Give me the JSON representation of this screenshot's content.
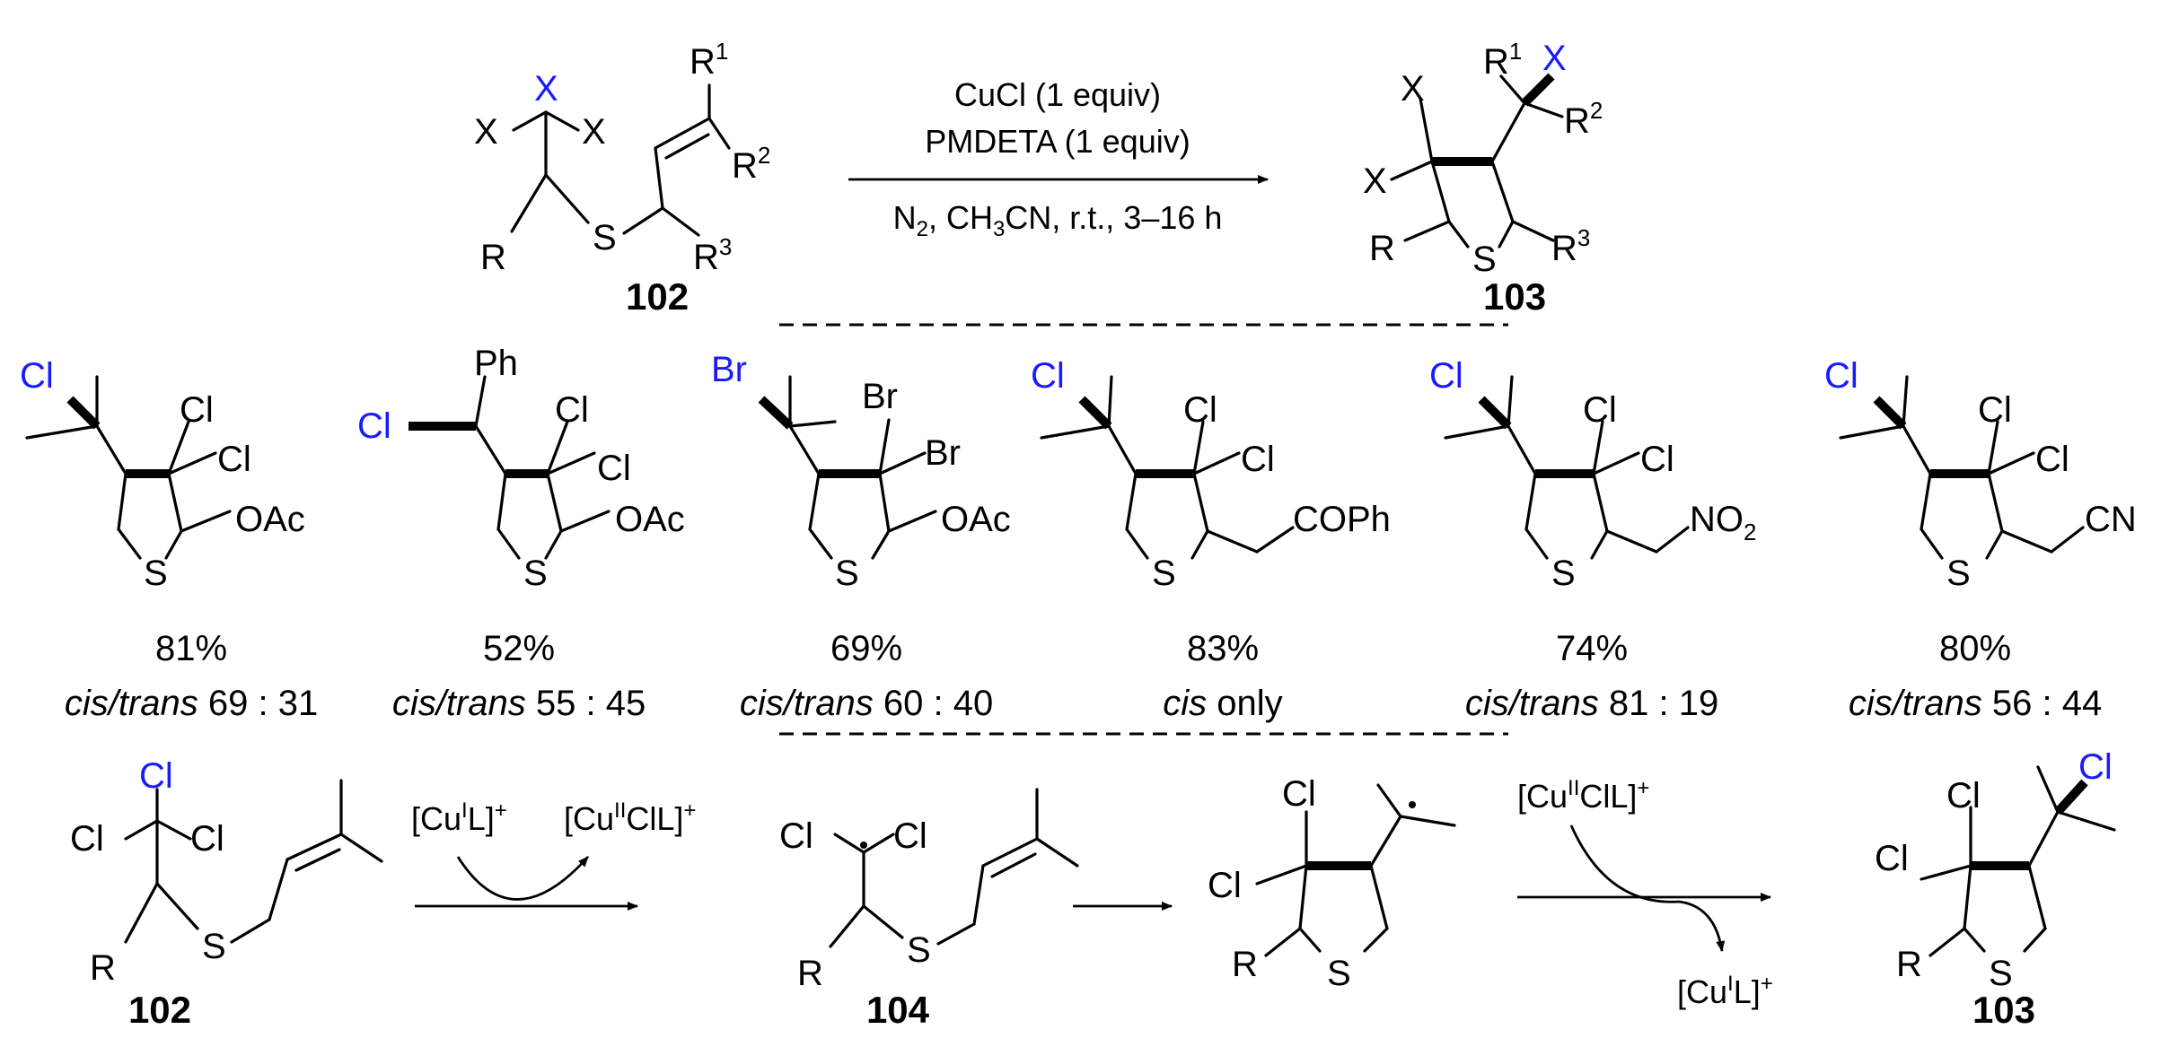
{
  "colors": {
    "highlight": "#1a1aff",
    "ink": "#000000"
  },
  "compounds": {
    "start": "102",
    "product": "103",
    "intermediate": "104"
  },
  "atoms": {
    "X": "X",
    "R": "R",
    "S": "S",
    "R1": "R",
    "R2": "R",
    "R3": "R",
    "sup1": "1",
    "sup2": "2",
    "sup3": "3",
    "Cl": "Cl",
    "Br": "Br",
    "Ph": "Ph",
    "OAc": "OAc",
    "COPh": "COPh",
    "NO": "NO",
    "sub2": "2",
    "CN": "CN"
  },
  "conditions": {
    "line1": "CuCl (1 equiv)",
    "line2": "PMDETA (1 equiv)",
    "line3_n": "N",
    "line3_n_sub": "2",
    "line3_ch": ", CH",
    "line3_ch_sub": "3",
    "line3_rest": "CN, r.t., 3–16 h"
  },
  "examples": [
    {
      "yield": "81%",
      "ratio_label": "cis/trans",
      "ratio": " 69 : 31"
    },
    {
      "yield": "52%",
      "ratio_label": "cis/trans",
      "ratio": " 55 : 45"
    },
    {
      "yield": "69%",
      "ratio_label": "cis/trans",
      "ratio": " 60 : 40"
    },
    {
      "yield": "83%",
      "ratio_label": "cis",
      "ratio": " only"
    },
    {
      "yield": "74%",
      "ratio_label": "cis/trans",
      "ratio": " 81 : 19"
    },
    {
      "yield": "80%",
      "ratio_label": "cis/trans",
      "ratio": " 56 : 44"
    }
  ],
  "mechanism": {
    "cu1_open": "[Cu",
    "cu1_ox": "I",
    "cu1_close": "L]",
    "cu2_open": "[Cu",
    "cu2_ox": "II",
    "cu2_close": "ClL]",
    "charge": "+"
  }
}
